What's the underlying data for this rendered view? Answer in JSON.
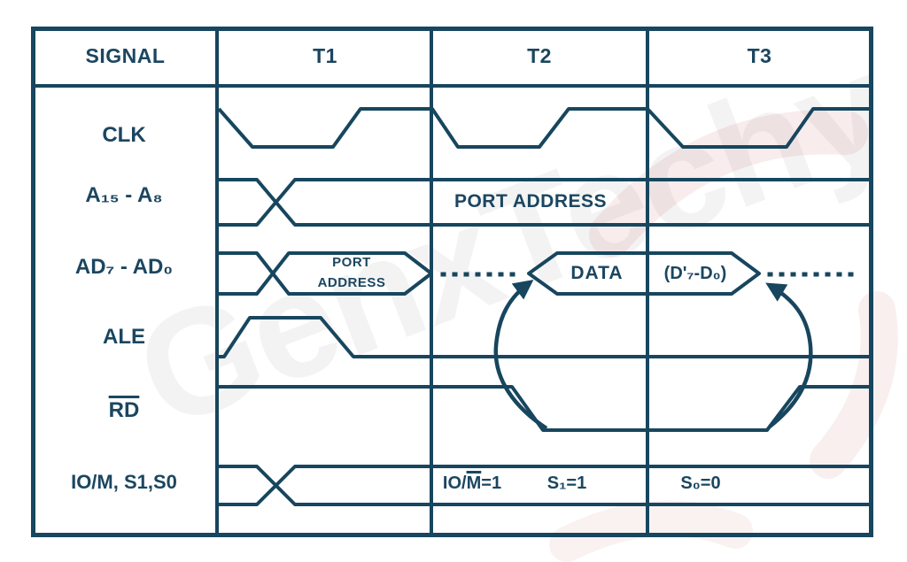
{
  "diagram": {
    "headers": {
      "signal": "SIGNAL",
      "t1": "T1",
      "t2": "T2",
      "t3": "T3"
    },
    "rows": {
      "clk": {
        "label": "CLK"
      },
      "a_bus": {
        "label": "A₁₅ - A₈",
        "annotation": "PORT ADDRESS"
      },
      "ad_bus": {
        "label": "AD₇ - AD₀",
        "hex_port_line1": "PORT",
        "hex_port_line2": "ADDRESS",
        "data_label": "DATA",
        "data_range": "(D'₇-D₀)"
      },
      "ale": {
        "label": "ALE"
      },
      "rd": {
        "label": "RD"
      },
      "status": {
        "label": "IO/M, S1,S0",
        "t2_annotation_runs": [
          {
            "t": "IO/"
          },
          {
            "t": "M",
            "over": true
          },
          {
            "t": "=1"
          }
        ],
        "s1_annotation": "S₁=1",
        "s0_annotation": "S₀=0"
      }
    },
    "watermark": "GenxTechy",
    "colors": {
      "line": "#17465E",
      "text": "#1B4660",
      "background": "#FFFFFF",
      "watermark_gray": "#3A3A45",
      "watermark_pink": "#CD7878"
    }
  }
}
